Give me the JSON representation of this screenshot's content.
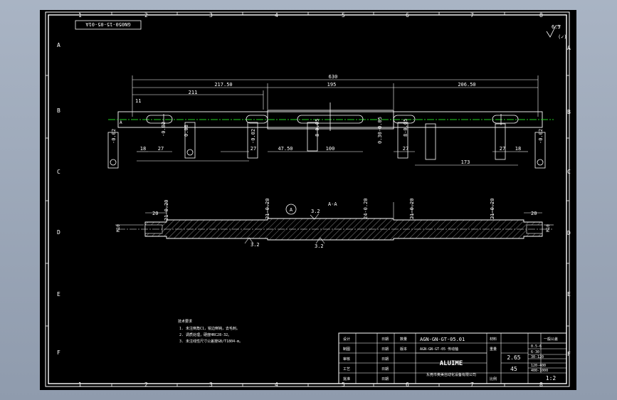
{
  "drawing": {
    "code_box": "GN050-15-05-01A",
    "roughness": "6.3",
    "view_label": "A-A",
    "section_circle": "A",
    "col_labels": [
      "1",
      "2",
      "3",
      "4",
      "5",
      "6",
      "7",
      "8"
    ],
    "row_labels": [
      "A",
      "B",
      "C",
      "D",
      "E",
      "F"
    ]
  },
  "dims": {
    "overall": "630",
    "left": "217.50",
    "mid": "195",
    "right": "206.50",
    "d211": "211",
    "d11": "11",
    "d18": "18",
    "d27a": "27",
    "d27b": "27",
    "d4750": "47.50",
    "d100": "100",
    "d27c": "27",
    "d27d": "27",
    "d18b": "18",
    "d173": "173",
    "tol1": "-0.02",
    "tol2": "-0.02",
    "tol3": "0.08",
    "tol4": "-0.02",
    "tol5": "8-0.05",
    "tol6": "0.30-0.05",
    "tol7": "8-0.05",
    "tol8": "-0.02",
    "d20a": "20",
    "d20b": "20",
    "s1": "21-0.20",
    "s2": "21-0.20",
    "s3": "24-0.20",
    "s4": "21-0.20",
    "s5": "21-0.20",
    "r32a": "3.2",
    "r32b": "3.2",
    "r32c": "3.2",
    "m10": "M10",
    "m10b": "M10"
  },
  "notes": {
    "title": "技术要求",
    "lines": [
      "1. 未注倒角C1，锐边倒钝，去毛刺。",
      "2. 调质处理，硬度HRC28-32。",
      "3. 未注线性尺寸公差按GB/T1804-m。"
    ]
  },
  "title_block": {
    "drawing_no": "AGN-GN-GT-05.01",
    "part_name": "AGN-GN-GT-05 传动轴",
    "logo": "ALUIME",
    "company": "东莞市奥美自动化设备有限公司",
    "material": "45",
    "weight": "2.65",
    "scale": "1:2",
    "row_labels": [
      "设计",
      "制图",
      "审核",
      "工艺",
      "批准"
    ],
    "sign_labels": [
      "日期",
      "日期",
      "日期",
      "日期",
      "日期"
    ],
    "cells": [
      "数量",
      "版本",
      "材料",
      "重量",
      "比例"
    ],
    "mini": [
      "一般公差",
      "0.5-6",
      "6-30",
      "30-120",
      "120-400",
      "400-1000"
    ]
  }
}
